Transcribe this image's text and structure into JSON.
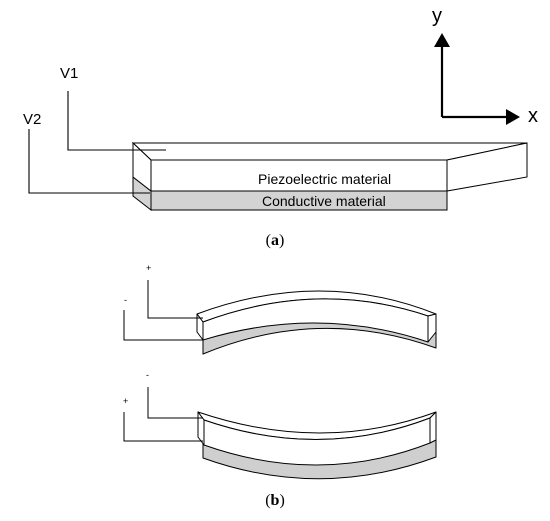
{
  "panel_a": {
    "caption_open": "(",
    "caption_letter": "a",
    "caption_close": ")",
    "terminal_top": "V1",
    "terminal_bottom": "V2",
    "layer_top": "Piezoelectric material",
    "layer_bottom": "Conductive material",
    "axes": {
      "vertical": "y",
      "horizontal": "x"
    }
  },
  "panel_b": {
    "caption_open": "(",
    "caption_letter": "b",
    "caption_close": ")",
    "upper_beam": {
      "terminal_top": "+",
      "terminal_bottom": "-"
    },
    "lower_beam": {
      "terminal_top": "-",
      "terminal_bottom": "+"
    }
  },
  "colors": {
    "stroke": "#000000",
    "conductive_fill": "#d3d3d3",
    "beam_shadow": "#cfcfcf",
    "piezo_fill": "#ffffff"
  }
}
